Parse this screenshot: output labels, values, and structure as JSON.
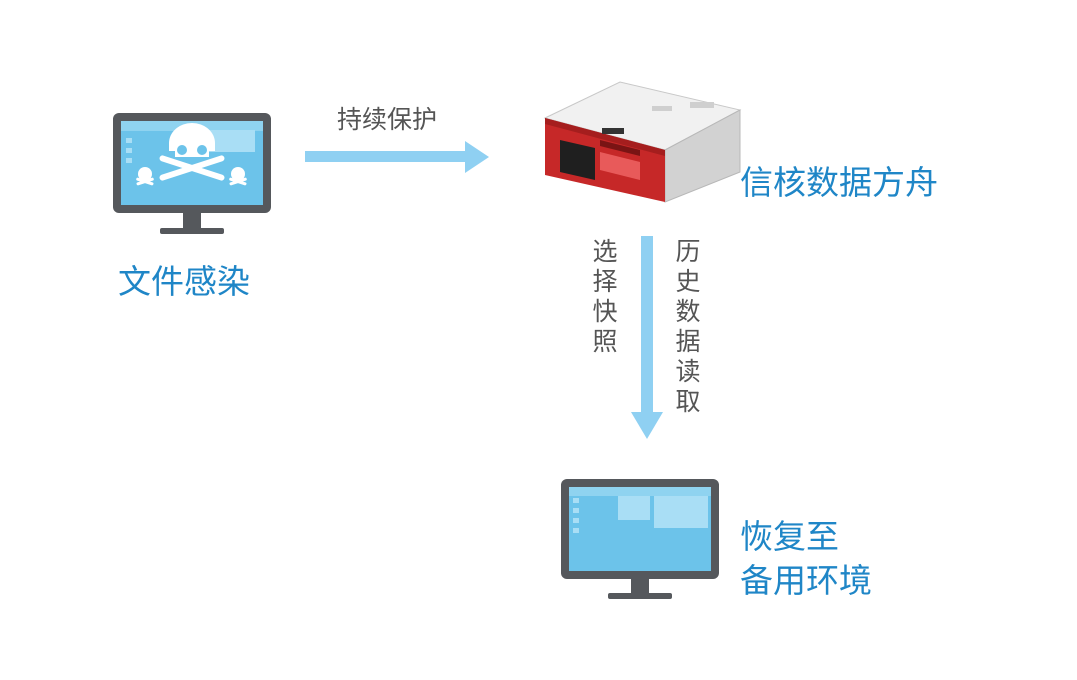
{
  "infected_label": "文件感染",
  "arrow_right_label": "持续保护",
  "server_label": "信核数据方舟",
  "vertical_left_label": "选择快照",
  "vertical_right_label": "历史数据读取",
  "restore_label_line1": "恢复至",
  "restore_label_line2": "备用环境",
  "colors": {
    "accent_blue": "#1f86c7",
    "arrow_blue": "#8fd0f2",
    "monitor_gray": "#55585c",
    "screen_blue": "#6cc3ea",
    "server_red": "#c62828"
  }
}
